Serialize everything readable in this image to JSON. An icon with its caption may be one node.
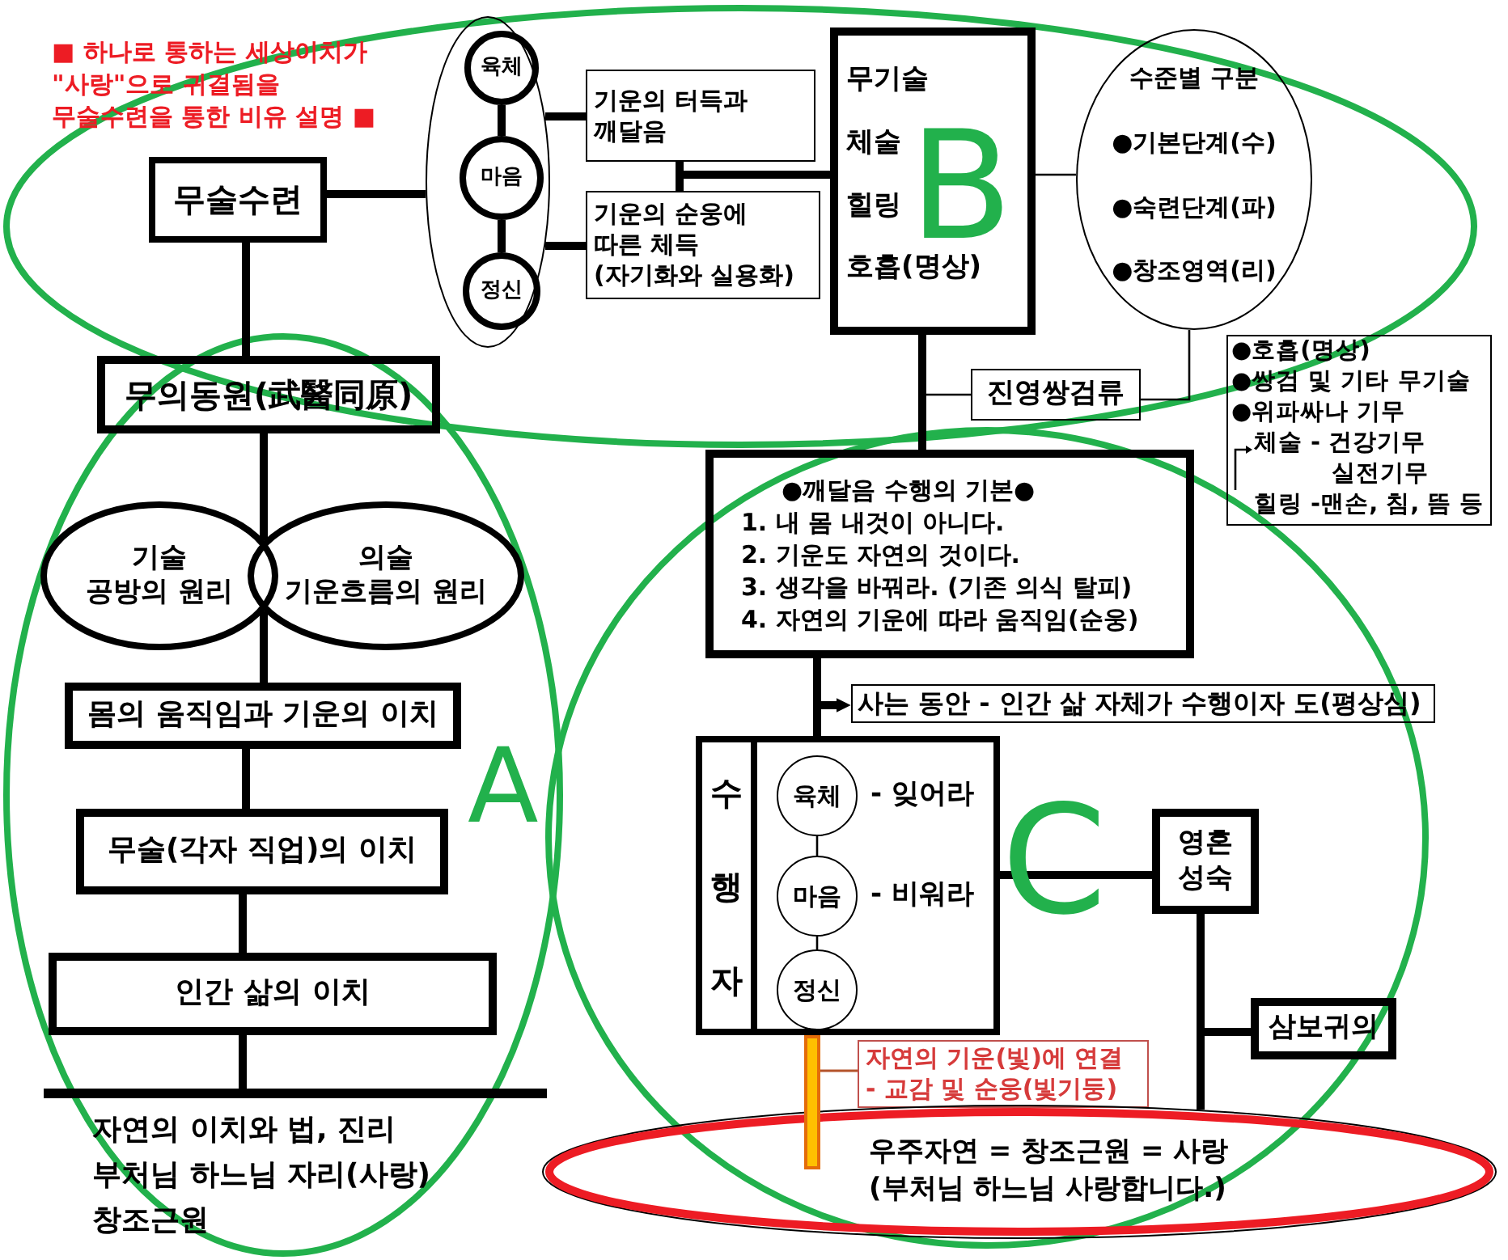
{
  "diagram": {
    "title": "■ 하나로 통하는 세상이치가 \"사랑\"으로 귀결됨을 무술수련을 통한 비유 설명 ■",
    "nodes": [
      {
        "text": [
          "무술수련"
        ]
      },
      {
        "text": [],
        "shape": "ellipse"
      },
      {
        "text": [
          "육체"
        ],
        "in": 1
      },
      {
        "text": [
          "마음"
        ],
        "in": 1
      },
      {
        "text": [
          "정신"
        ],
        "in": 1
      },
      {
        "text": [
          "기운의 터득과 깨달음"
        ]
      },
      {
        "text": [
          "기운의 순웅에 따른 체득",
          "(자기화와 실용화)"
        ]
      },
      {
        "text": [
          "무기술",
          "체술",
          "힐링",
          "호흡(명상)"
        ]
      },
      {
        "text": [
          "수준별 구분",
          "●기본단계(수)",
          "●숙련단계(파)",
          "●창조영역(리)"
        ]
      },
      {
        "text": [
          "진영쌍검류"
        ]
      },
      {
        "text": [
          "●호흡(명상)",
          "●쌍검 및 기타 무기술",
          "●위파싸나 기무",
          "체술 - 건강기무 실전기무",
          "힐링 -맨손, 침, 뜸 등"
        ]
      },
      {
        "text": [
          "무의동원(武醫同原)"
        ]
      },
      {
        "text": [
          "기술",
          "공방의 원리"
        ]
      },
      {
        "text": [
          "의술",
          "기운흐름의 원리"
        ]
      },
      {
        "text": [
          "몸의 움직임과 기운의 이치"
        ]
      },
      {
        "text": [
          "무술(각자 직업)의 이치"
        ]
      },
      {
        "text": [
          "인간 삶의 이치"
        ]
      },
      {
        "text": [],
        "shape": "bar",
        "beside": [
          "자연의 이치와 법, 진리",
          "부처님 하느님 자리(사랑)",
          "창조근원"
        ]
      },
      {
        "text": [
          "●깨달음 수행의 기본●",
          "1. 내 몸 내것이 아니다.",
          "2. 기운도 자연의 것이다.",
          "3. 생각을 바꿔라. (기존 의식 탈피)",
          "4. 자연의 기운에 따라 움직임(순웅)"
        ]
      },
      {
        "text": [
          "사는 동안 - 인간 삶 자체가 수행이자 도(평상심)"
        ]
      },
      {
        "text": [
          "수행자"
        ]
      },
      {
        "text": [],
        "shape": "box"
      },
      {
        "text": [
          "육체"
        ],
        "in": 21,
        "beside": [
          "- 잊어라"
        ]
      },
      {
        "text": [
          "마음"
        ],
        "in": 21,
        "beside": [
          "- 비워라"
        ]
      },
      {
        "text": [
          "정신"
        ],
        "in": 21
      },
      {
        "text": [
          "영혼 성숙"
        ]
      },
      {
        "text": [
          "삼보귀의"
        ]
      },
      {
        "text": [],
        "shape": "bar"
      },
      {
        "text": [
          "자연의 기운(빛)에 연결",
          "- 교감 및 순웅(빛기둥)"
        ]
      },
      {
        "text": [
          "우주자연 = 창조근원 = 사랑",
          "(부처님 하느님 사랑합니다.)"
        ]
      }
    ],
    "edges": [
      {
        "from": 0,
        "to": 1,
        "arrow": "none"
      },
      {
        "from": 2,
        "to": 3,
        "arrow": "none"
      },
      {
        "from": 3,
        "to": 4,
        "arrow": "none"
      },
      {
        "from": 1,
        "to": 5,
        "arrow": "none"
      },
      {
        "from": 1,
        "to": 6,
        "arrow": "none"
      },
      {
        "from": 5,
        "to": 7,
        "arrow": "none"
      },
      {
        "from": 6,
        "to": 7,
        "arrow": "none"
      },
      {
        "from": 7,
        "to": 8,
        "arrow": "none"
      },
      {
        "from": 7,
        "to": 9,
        "arrow": "none"
      },
      {
        "from": 8,
        "to": 9,
        "arrow": "none"
      },
      {
        "from": 7,
        "to": 18,
        "arrow": "none"
      },
      {
        "from": 0,
        "to": 11,
        "arrow": "none"
      },
      {
        "from": 11,
        "to": 12,
        "arrow": "none"
      },
      {
        "from": 11,
        "to": 13,
        "arrow": "none"
      },
      {
        "from": 12,
        "to": 14,
        "arrow": "none"
      },
      {
        "from": 13,
        "to": 14,
        "arrow": "none"
      },
      {
        "from": 14,
        "to": 15,
        "arrow": "none"
      },
      {
        "from": 15,
        "to": 16,
        "arrow": "none"
      },
      {
        "from": 16,
        "to": 17,
        "arrow": "none"
      },
      {
        "from": 18,
        "to": 19,
        "arrow": "to"
      },
      {
        "from": 18,
        "to": 21,
        "arrow": "none"
      },
      {
        "from": 22,
        "to": 23,
        "arrow": "none"
      },
      {
        "from": 23,
        "to": 24,
        "arrow": "none"
      },
      {
        "from": 21,
        "to": 25,
        "arrow": "none"
      },
      {
        "from": 25,
        "to": 26,
        "arrow": "none"
      },
      {
        "from": 25,
        "to": 29,
        "arrow": "none"
      },
      {
        "from": 28,
        "to": 27,
        "arrow": "none",
        "color": "#b4532a"
      }
    ],
    "labels": [
      "B",
      "A",
      "C"
    ]
  }
}
